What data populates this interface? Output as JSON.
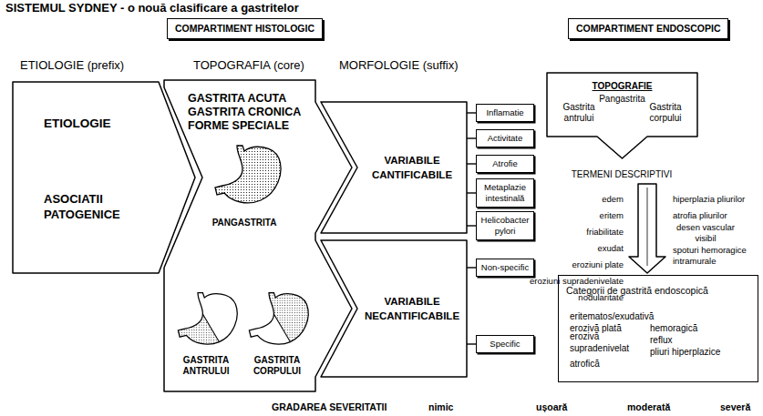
{
  "diagram": {
    "title": "SISTEMUL SYDNEY - o nouă clasificare a gastritelor",
    "nodes": [
      {
        "text": [
          "COMPARTIMENT HISTOLOGIC"
        ]
      },
      {
        "text": [
          "COMPARTIMENT ENDOSCOPIC"
        ]
      },
      {
        "text": [
          "ETIOLOGIE",
          "ASOCIATII PATOGENICE"
        ]
      },
      {
        "text": [
          "GASTRITA ACUTA",
          "GASTRITA CRONICA",
          "FORME SPECIALE"
        ]
      },
      {
        "text": [
          "VARIABILE CANTIFICABILE"
        ]
      },
      {
        "text": [
          "VARIABILE NECANTIFICABILE"
        ]
      },
      {
        "text": [
          "Inflamatie"
        ]
      },
      {
        "text": [
          "Activitate"
        ]
      },
      {
        "text": [
          "Atrofie"
        ]
      },
      {
        "text": [
          "Metaplazie intestinală"
        ]
      },
      {
        "text": [
          "Helicobacter pylori"
        ]
      },
      {
        "text": [
          "Non-specific"
        ]
      },
      {
        "text": [
          "Specific"
        ]
      },
      {
        "text": [
          "TOPOGRAFIE",
          "Pangastrita",
          "Gastrita antrului",
          "Gastrita corpului"
        ]
      },
      {
        "text": [
          "Categorii de gastrită endoscopică",
          "eritematos/exudativă",
          "erozivă plată",
          "hemoragică",
          "erozivă supradenivelat",
          "reflux",
          "pliuri hiperplazice",
          "atrofică"
        ]
      }
    ],
    "edges": [
      {
        "from": 4,
        "to": 6,
        "arrow": "none"
      },
      {
        "from": 4,
        "to": 7,
        "arrow": "none"
      },
      {
        "from": 4,
        "to": 8,
        "arrow": "none"
      },
      {
        "from": 4,
        "to": 9,
        "arrow": "none"
      },
      {
        "from": 4,
        "to": 10,
        "arrow": "none"
      },
      {
        "from": 5,
        "to": 11,
        "arrow": "none"
      },
      {
        "from": 5,
        "to": 12,
        "arrow": "none"
      }
    ],
    "labels": [
      "ETIOLOGIE (prefix)",
      "TOPOGRAFIA (core)",
      "MORFOLOGIE (suffix)",
      "PANGASTRITA",
      "GASTRITA ANTRULUI",
      "GASTRITA CORPULUI",
      "TERMENI DESCRIPTIVI",
      "edem",
      "eritem",
      "friabilitate",
      "exudat",
      "eroziuni plate",
      "eroziuni supradenivelate",
      "nodularitate",
      "hiperplazia pliurilor",
      "atrofia pliurilor",
      "desen vascular visibil",
      "spoturi hemoragice intramurale",
      "GRADAREA SEVERITATII",
      "nimic",
      "ușoară",
      "moderată",
      "severă"
    ]
  }
}
